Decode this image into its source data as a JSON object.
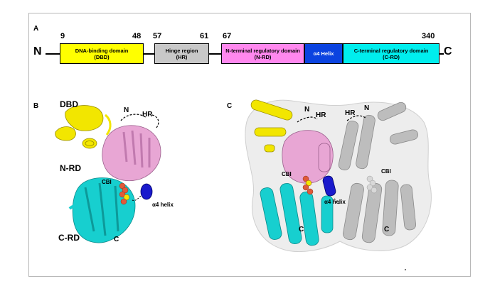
{
  "panels": {
    "a": "A",
    "b": "B",
    "c": "C"
  },
  "panel_a": {
    "n_term": "N",
    "c_term": "C",
    "positions": [
      "9",
      "48",
      "57",
      "61",
      "67",
      "340"
    ],
    "domains": [
      {
        "line1": "DNA-binding domain",
        "line2": "(DBD)",
        "color": "#ffff00"
      },
      {
        "line1": "Hinge region",
        "line2": "(HR)",
        "color": "#c8c8c8"
      },
      {
        "line1": "N-terminal regulatory domain",
        "line2": "(N-RD)",
        "color": "#ff88ee"
      },
      {
        "line1": "α4 Helix",
        "line2": "",
        "color": "#0b43e0"
      },
      {
        "line1": "C-terminal regulatory domain",
        "line2": "(C-RD)",
        "color": "#00eeee"
      }
    ]
  },
  "panel_b": {
    "labels": {
      "dbd": "DBD",
      "n": "N",
      "hr": "HR",
      "nrd": "N-RD",
      "cbi": "CBI",
      "helix": "α4 helix",
      "crd": "C-RD",
      "c": "C"
    }
  },
  "panel_c": {
    "labels": {
      "n1": "N",
      "hr1": "HR",
      "hr2": "HR",
      "n2": "N",
      "cbi1": "CBI",
      "cbi2": "CBI",
      "helix": "α4 helix",
      "c1": "C",
      "c2": "C"
    }
  },
  "colors": {
    "dbd": "#f2e600",
    "hinge": "#c8c8c8",
    "nrd": "#e8a6d4",
    "helix": "#1a1acc",
    "crd": "#17cfcf",
    "mono2": "#bdbdbd",
    "ligand": "#e05a3a"
  }
}
